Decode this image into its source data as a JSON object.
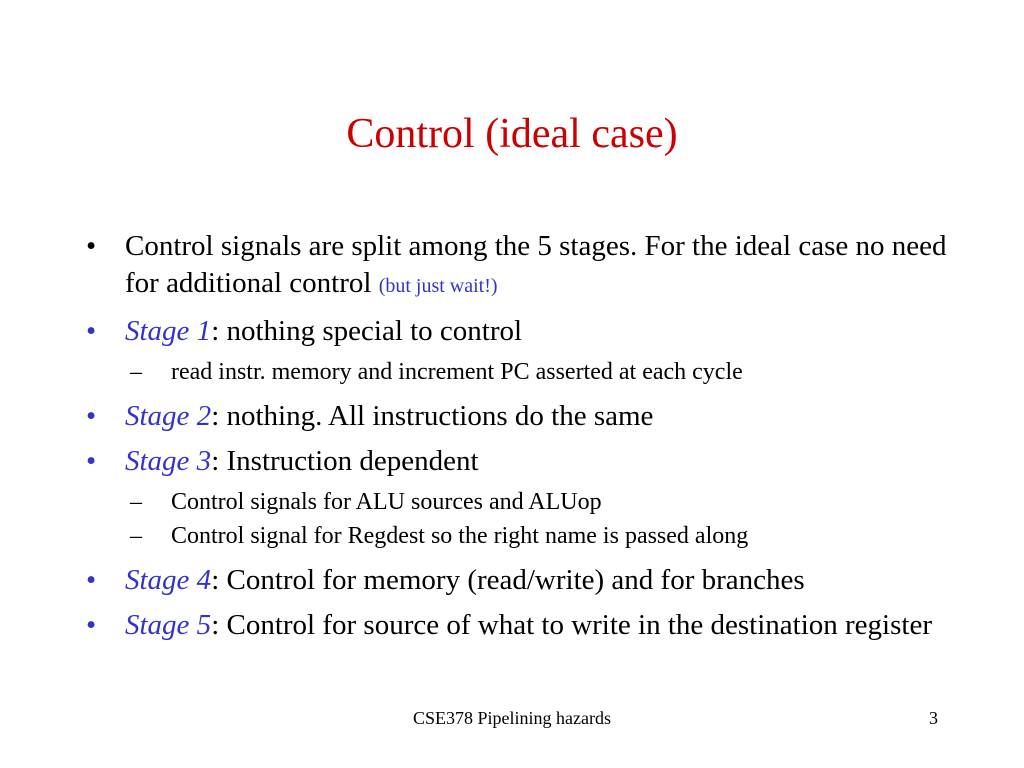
{
  "slide": {
    "title": "Control (ideal case)",
    "bullets": [
      {
        "text_a": "Control signals are split among the 5 stages. For the ideal case no need for additional control ",
        "aside": "(but just wait!)"
      },
      {
        "stage": "Stage 1",
        "text": ": nothing special to control",
        "sub": [
          "read instr. memory and increment PC asserted at each cycle"
        ]
      },
      {
        "stage": "Stage 2",
        "text": ": nothing. All instructions do the same"
      },
      {
        "stage": "Stage 3",
        "text": ": Instruction dependent",
        "sub": [
          "Control signals for ALU sources and ALUop",
          "Control signal for Regdest  so the right name is passed along"
        ]
      },
      {
        "stage": "Stage 4",
        "text": ": Control for memory (read/write) and for branches"
      },
      {
        "stage": "Stage 5",
        "text": ": Control for source of what to write in the destination register"
      }
    ],
    "bullet_char": "•",
    "dash_char": "–"
  },
  "footer": {
    "course": "CSE378 Pipelining hazards",
    "page": "3"
  },
  "colors": {
    "title": "#cc0000",
    "accent": "#3333cc",
    "text": "#000000",
    "background": "#ffffff"
  }
}
